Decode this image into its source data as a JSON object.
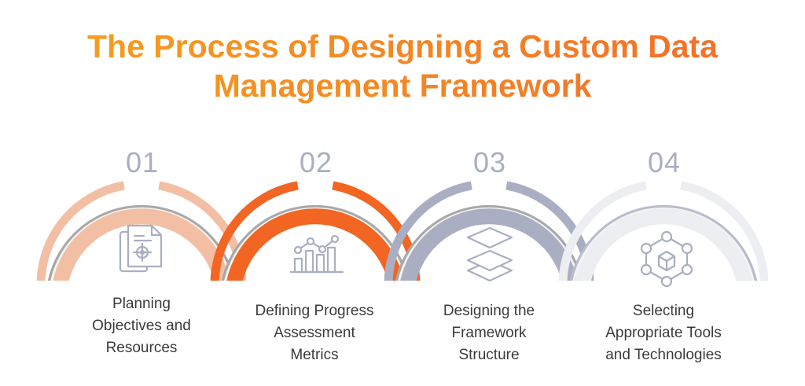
{
  "title_line1": "The Process of Designing a Custom Data",
  "title_line2": "Management Framework",
  "steps": [
    {
      "number": "01",
      "label_lines": [
        "Planning",
        "Objectives and",
        "Resources"
      ],
      "color": "#F3BFA4",
      "icon": "document-target-icon"
    },
    {
      "number": "02",
      "label_lines": [
        "Defining Progress",
        "Assessment",
        "Metrics"
      ],
      "color": "#F26522",
      "icon": "bar-chart-line-icon"
    },
    {
      "number": "03",
      "label_lines": [
        "Designing the",
        "Framework",
        "Structure"
      ],
      "color": "#A9AEC2",
      "icon": "layers-icon"
    },
    {
      "number": "04",
      "label_lines": [
        "Selecting",
        "Appropriate Tools",
        "and Technologies"
      ],
      "color": "#EDEEF2",
      "icon": "network-cube-icon"
    }
  ]
}
